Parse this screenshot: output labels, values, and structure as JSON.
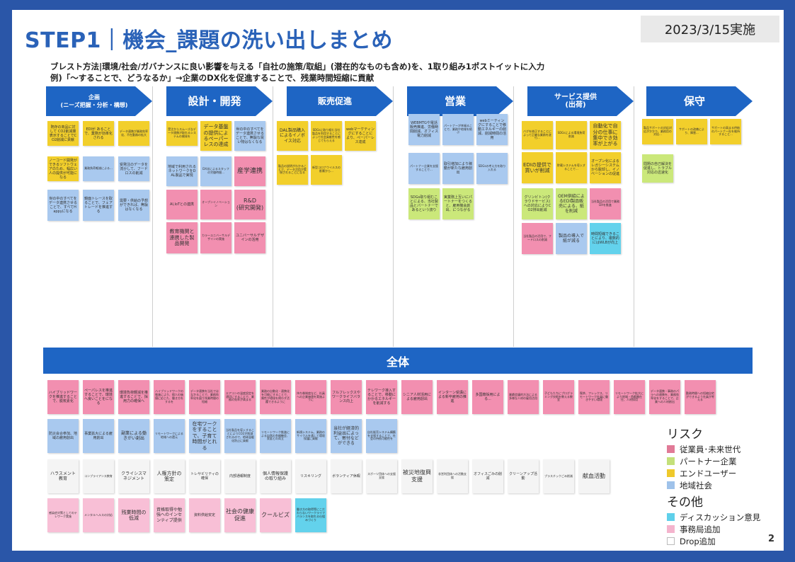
{
  "slide": {
    "title": "STEP1｜機会_課題の洗い出しまとめ",
    "date": "2023/3/15実施",
    "instruction_line1": "ブレスト方法|環境/社会/ガバナンスに良い影響を与える「自社の施策/取組」(潜在的なものも含め)を、1取り組み1ポストイットに入力",
    "instruction_line2": "例)「～することで、どうなるか」→企業のDX化を促進することで、残業時間短縮に貢献",
    "page_number": "2"
  },
  "colors": {
    "phase_arrow": "#1e65c4",
    "pink": "#f28fb0",
    "green": "#cbe87a",
    "yellow": "#f2cf2b",
    "blue": "#a9c9ef",
    "cyan": "#63d2ec",
    "lightpink": "#f8bfd6",
    "white": "#f4f4f4"
  },
  "phases": [
    {
      "label": "企画\n(ニーズ把握・分析・構想)"
    },
    {
      "label": "設計・開発"
    },
    {
      "label": "販売促進"
    },
    {
      "label": "営業"
    },
    {
      "label": "サービス提供\n(出荷)"
    },
    {
      "label": "保守"
    }
  ],
  "stickies": [
    {
      "text": "既存の商品に対して CO2削減量表示することでCO2削減に貢献",
      "color": "yellow",
      "fs": 5
    },
    {
      "text": "EDIが あることで、業務が効率化される",
      "color": "yellow",
      "fs": 5
    },
    {
      "text": "データ連携が業務効率化、不在勤務の拡大",
      "color": "yellow",
      "fs": 4
    },
    {
      "text": "ノーコード開発ができるソフトウェアのため、幅広い人の提供が可能になる",
      "color": "yellow",
      "fs": 5
    },
    {
      "text": "業務負荷軽減による...",
      "color": "blue",
      "fs": 4
    },
    {
      "text": "受発注のデータを流かして、フードロスの削減",
      "color": "blue",
      "fs": 5
    },
    {
      "text": "世の中のすべてをデータ連携させることで、すべてHappyになる",
      "color": "blue",
      "fs": 5
    },
    {
      "text": "鏡面トレースを取ることで、フェアトレードを推進する",
      "color": "blue",
      "fs": 5
    },
    {
      "text": "需要・供給の予想ができれば、無駄はなくなる",
      "color": "blue",
      "fs": 5
    },
    {
      "text": "受注からスムーズなデータ連携が取れるシステムの開発を",
      "color": "yellow",
      "fs": 4
    },
    {
      "text": "データ基盤の提供によるペーパーレスの達成",
      "color": "yellow",
      "fs": 7
    },
    {
      "text": "世の中のすべてをデータ連携させることで、無駄な買い物はなくなる",
      "color": "blue",
      "fs": 5
    },
    {
      "text": "地域で利用されるネットワークをDAL製品で実現",
      "color": "blue",
      "fs": 5
    },
    {
      "text": "DX化によるスタッフの労働時間...",
      "color": "blue",
      "fs": 4
    },
    {
      "text": "産学連携",
      "color": "pink",
      "fs": 9
    },
    {
      "text": "AI,IoTとの連携",
      "color": "pink",
      "fs": 5
    },
    {
      "text": "オープンイノベーション",
      "color": "pink",
      "fs": 4
    },
    {
      "text": "R&D\n(研究開発)",
      "color": "pink",
      "fs": 8
    },
    {
      "text": "教育機関と連携した製品開発",
      "color": "pink",
      "fs": 7
    },
    {
      "text": "カラーユニバーサルデザインの実施",
      "color": "pink",
      "fs": 4
    },
    {
      "text": "ユニバーサルデザインの活用",
      "color": "pink",
      "fs": 5
    },
    {
      "text": "DAL製品購入によるイノボイス対応",
      "color": "yellow",
      "fs": 6
    },
    {
      "text": "SDGsに取り組む当社製品を利用することによって社会貢献性を感じてもらえる",
      "color": "yellow",
      "fs": 4
    },
    {
      "text": "webマーケティングにすることにより、ペーパーレス達成",
      "color": "yellow",
      "fs": 5
    },
    {
      "text": "製品の説明がわかることで、データ活用が実現されることになる",
      "color": "yellow",
      "fs": 4
    },
    {
      "text": "新型コロナウイルスの影響から…",
      "color": "yellow",
      "fs": 4
    },
    {
      "text": "WEBMTGや電話販売推進、労働時間削減、オフィス電力削減",
      "color": "blue",
      "fs": 5
    },
    {
      "text": "パートナーが幸福ることで、業務や地域を結ぶ",
      "color": "blue",
      "fs": 4
    },
    {
      "text": "webミーティングにすることで移動エネルギーの削減、削減時間の活用",
      "color": "blue",
      "fs": 5
    },
    {
      "text": "パートナー企業を支援することで...",
      "color": "blue",
      "fs": 4
    },
    {
      "text": "取引増加により稼動が新たな雇用創出",
      "color": "blue",
      "fs": 5
    },
    {
      "text": "SDGsの考え方を取り入れる",
      "color": "blue",
      "fs": 4
    },
    {
      "text": "SDGs取り組むことによる、当社製品とパートナーであるという誇り",
      "color": "green",
      "fs": 5
    },
    {
      "text": "実業務上互いにパートナーをつくると、雇用機会創出、につながる",
      "color": "green",
      "fs": 5
    },
    {
      "text": "バグを修正することによって正確な業務を遂行...",
      "color": "yellow",
      "fs": 4
    },
    {
      "text": "SDGsによる環境負荷削減",
      "color": "yellow",
      "fs": 4
    },
    {
      "text": "自動化で自分の仕事に集中でき効率が上がる",
      "color": "yellow",
      "fs": 7
    },
    {
      "text": "EDIの提供で買いが削減",
      "color": "yellow",
      "fs": 7
    },
    {
      "text": "貯蔵システムを導入することで…",
      "color": "yellow",
      "fs": 4
    },
    {
      "text": "オープン化によるレガシーシステムから脱却し、イノベーションの促進",
      "color": "yellow",
      "fs": 5
    },
    {
      "text": "グリンビトン(クラウドサービス)への対応によりCO2排出削減",
      "color": "green",
      "fs": 5
    },
    {
      "text": "OEM供給によるEDI製品販売による、紙を削減",
      "color": "green",
      "fs": 6
    },
    {
      "text": "当社製品の活用で業務DXを推進",
      "color": "pink",
      "fs": 4
    },
    {
      "text": "当社製品の活用で、フードロスの削減",
      "color": "pink",
      "fs": 4
    },
    {
      "text": "製品の導入で紙が減る",
      "color": "blue",
      "fs": 6
    },
    {
      "text": "時間短縮できることにより、複数的にはWLBが向上",
      "color": "cyan",
      "fs": 5
    },
    {
      "text": "製品サポートの対応対応がかかり、業務用の対応...",
      "color": "yellow",
      "fs": 4
    },
    {
      "text": "サポートの改善により、障害...",
      "color": "yellow",
      "fs": 4
    },
    {
      "text": "サポートの高まる供給のパートナー社を維持すること...",
      "color": "yellow",
      "fs": 4
    },
    {
      "text": "問題の自己解決を促進し、トラブル対応の迅速化",
      "color": "green",
      "fs": 5
    },
    {
      "text": "ハイブリッドワークを推進することで、脱炭素化",
      "color": "pink",
      "fs": 5
    },
    {
      "text": "ペーパレスを推進することで、環境へ良いことをになる",
      "color": "pink",
      "fs": 5
    },
    {
      "text": "環境負荷軽減を推進することで、採用力の確保へ",
      "color": "pink",
      "fs": 5
    },
    {
      "text": "ハイブリッドワークの推進により、個人の価値に応じた、働き方をするを",
      "color": "pink",
      "fs": 4
    },
    {
      "text": "データ連携を当社ではなかることで、業務効率化を図り残業時間の短縮",
      "color": "pink",
      "fs": 4
    },
    {
      "text": "エアコンの温度設定を適切にすることで、業務の効率が高まる",
      "color": "pink",
      "fs": 4
    },
    {
      "text": "業務の自動化・連携化を可能にすることで、属性が環境を問わず活躍できるように",
      "color": "pink",
      "fs": 4
    },
    {
      "text": "持ち株制度など、社員への企業価値を実施ように",
      "color": "pink",
      "fs": 4
    },
    {
      "text": "フルフレックスやワークライフバランス向上",
      "color": "pink",
      "fs": 5
    },
    {
      "text": "テレワーク導入することで、移動にかかるエネルギーを削減する",
      "color": "pink",
      "fs": 5
    },
    {
      "text": "シニア人材活用による雇用創出",
      "color": "pink",
      "fs": 5
    },
    {
      "text": "インターン受講による新卒雇用の推進",
      "color": "pink",
      "fs": 5
    },
    {
      "text": "多国籍採用による...",
      "color": "pink",
      "fs": 5
    },
    {
      "text": "業績会議的方法による多様な人材の雇用活用",
      "color": "pink",
      "fs": 4
    },
    {
      "text": "子どもたちにプログラミング技術を教える教室",
      "color": "pink",
      "fs": 4
    },
    {
      "text": "喫茶、フレックス、リモートワーク社員に働きやすい環境",
      "color": "pink",
      "fs": 4
    },
    {
      "text": "リモートワーク拡大により地域・首都圏在住、人材採用",
      "color": "pink",
      "fs": 4
    },
    {
      "text": "データ連携・事務のパラへの連携を、業務効率化をすることで、企業への人材創出",
      "color": "pink",
      "fs": 4
    },
    {
      "text": "勤務時間への短縮自宅ができるよう社員が考える",
      "color": "pink",
      "fs": 4
    },
    {
      "text": "防災会合参加、地域の雇用創出",
      "color": "blue",
      "fs": 5
    },
    {
      "text": "事業拡大による雇用創出",
      "color": "blue",
      "fs": 5
    },
    {
      "text": "副業による働きがい創出",
      "color": "blue",
      "fs": 6
    },
    {
      "text": "リモートワークによる地域への還元",
      "color": "blue",
      "fs": 4
    },
    {
      "text": "在宅ワークをすることで、子育て時間がとれる",
      "color": "blue",
      "fs": 7
    },
    {
      "text": "当社製品を導入することによりCO2が削減されるので、地球温暖化防止に貢献",
      "color": "blue",
      "fs": 4
    },
    {
      "text": "リモートワーク推進による自然の多様機会、家庭との両立",
      "color": "blue",
      "fs": 4
    },
    {
      "text": "新規システム、業務のサイクルを通して環境保護に貢献",
      "color": "blue",
      "fs": 4
    },
    {
      "text": "当社が経済的利益出によって、寄付などができる",
      "color": "blue",
      "fs": 6
    },
    {
      "text": "自社販売システム構築を支援することで、社会の持続可能性を",
      "color": "blue",
      "fs": 4
    },
    {
      "text": "ハラスメント教育",
      "color": "white",
      "fs": 6
    },
    {
      "text": "コンプライアンス教育",
      "color": "white",
      "fs": 4
    },
    {
      "text": "クライシスマネジメント",
      "color": "white",
      "fs": 6
    },
    {
      "text": "人権方針の策定",
      "color": "white",
      "fs": 7
    },
    {
      "text": "トレサビリティの確保",
      "color": "white",
      "fs": 5
    },
    {
      "text": "内部通報制度",
      "color": "white",
      "fs": 5
    },
    {
      "text": "個人情報保護の取り組み",
      "color": "white",
      "fs": 6
    },
    {
      "text": "リスキリング",
      "color": "white",
      "fs": 5
    },
    {
      "text": "ボランティア休暇",
      "color": "white",
      "fs": 5
    },
    {
      "text": "スポーツ団体への支援支援",
      "color": "white",
      "fs": 4
    },
    {
      "text": "被災地復興支援",
      "color": "white",
      "fs": 8
    },
    {
      "text": "非営利団体への活動支援",
      "color": "white",
      "fs": 4
    },
    {
      "text": "オフィスごみの削減",
      "color": "white",
      "fs": 5
    },
    {
      "text": "クリーンアップ活動",
      "color": "white",
      "fs": 5
    },
    {
      "text": "プラスチックごみ削減",
      "color": "white",
      "fs": 4
    },
    {
      "text": "献血活動",
      "color": "white",
      "fs": 8
    },
    {
      "text": "感染症対策としてのテレワーク実施",
      "color": "lightpink",
      "fs": 4
    },
    {
      "text": "メンタルヘルスの対応",
      "color": "lightpink",
      "fs": 4
    },
    {
      "text": "残業時間の低減",
      "color": "lightpink",
      "fs": 7
    },
    {
      "text": "資格取得や勉強へのインセンティブ提供",
      "color": "lightpink",
      "fs": 6
    },
    {
      "text": "資料供給安定",
      "color": "lightpink",
      "fs": 5
    },
    {
      "text": "社会の健康促進",
      "color": "lightpink",
      "fs": 8
    },
    {
      "text": "クールビズ",
      "color": "lightpink",
      "fs": 8
    },
    {
      "text": "働き方の取得等にこだわらないワークライフバランスを取れる仕組みづくり",
      "color": "cyan",
      "fs": 4
    }
  ],
  "whole_label": "全体",
  "legend": {
    "risk_title": "リスク",
    "risk_items": [
      {
        "label": "従業員･未来世代",
        "color": "#e17a97"
      },
      {
        "label": "パートナー企業",
        "color": "#c4e07a"
      },
      {
        "label": "エンドユーザー",
        "color": "#efc92b"
      },
      {
        "label": "地域社会",
        "color": "#9fc2ea"
      }
    ],
    "other_title": "その他",
    "other_items": [
      {
        "label": "ディスカッション意見",
        "color": "#5fd0ea"
      },
      {
        "label": "事務局追加",
        "color": "#f4b4cd"
      },
      {
        "label": "Drop追加",
        "color": "#ffffff"
      }
    ]
  }
}
